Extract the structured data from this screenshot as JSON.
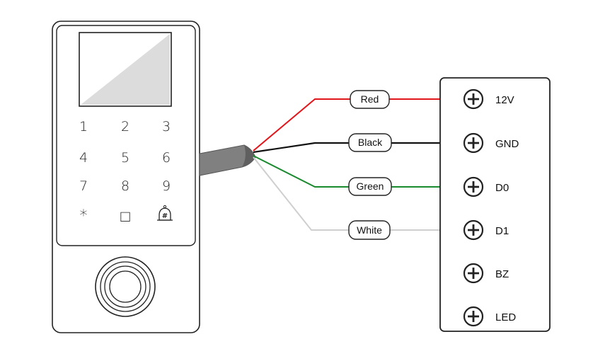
{
  "keypad": {
    "keys": [
      "1",
      "2",
      "3",
      "4",
      "5",
      "6",
      "7",
      "8",
      "9",
      "*",
      "□",
      "#"
    ]
  },
  "wires": [
    {
      "label": "Red",
      "color": "#e0161b"
    },
    {
      "label": "Black",
      "color": "#111111"
    },
    {
      "label": "Green",
      "color": "#1a8a2e"
    },
    {
      "label": "White",
      "color": "#cfcfcf"
    }
  ],
  "terminals": [
    {
      "label": "12V"
    },
    {
      "label": "GND"
    },
    {
      "label": "D0"
    },
    {
      "label": "D1"
    },
    {
      "label": "BZ"
    },
    {
      "label": "LED"
    }
  ]
}
